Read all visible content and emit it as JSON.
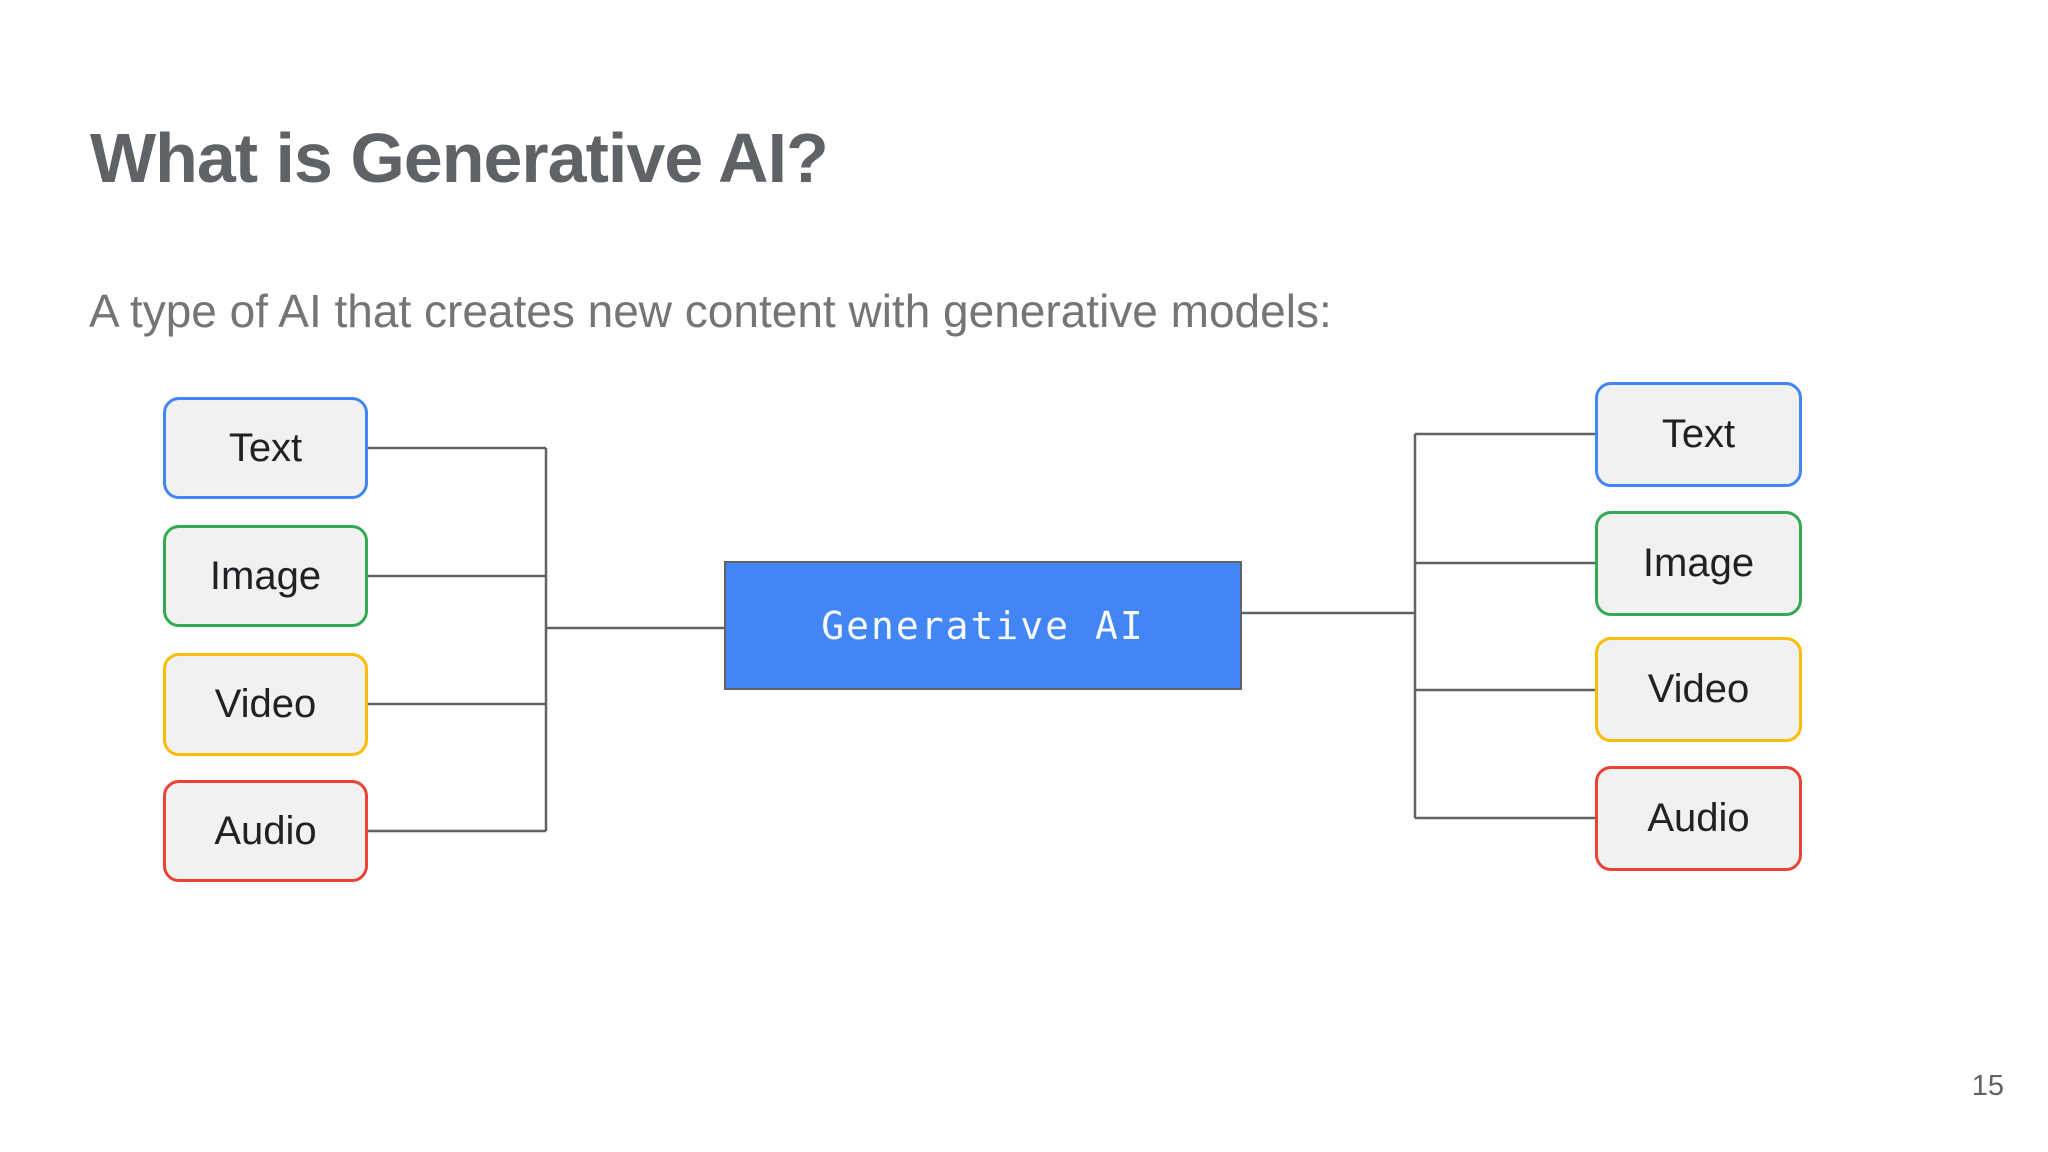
{
  "slide": {
    "title": "What is Generative AI?",
    "subtitle": "A type of AI that creates new content with generative models:",
    "page_number": "15",
    "background_color": "#ffffff",
    "title_color": "#5f6368",
    "subtitle_color": "#757575"
  },
  "diagram": {
    "connector_color": "#5f6368",
    "node_fill": "#f1f1f1",
    "node_text_color": "#202124",
    "center_node": {
      "label": "Generative AI",
      "fill": "#4285f4",
      "border_color": "#5f6368",
      "text_color": "#f8f9fa"
    },
    "input_nodes": [
      {
        "label": "Text",
        "border_color": "#4285f4"
      },
      {
        "label": "Image",
        "border_color": "#34a853"
      },
      {
        "label": "Video",
        "border_color": "#fbbc04"
      },
      {
        "label": "Audio",
        "border_color": "#ea4335"
      }
    ],
    "output_nodes": [
      {
        "label": "Text",
        "border_color": "#4285f4"
      },
      {
        "label": "Image",
        "border_color": "#34a853"
      },
      {
        "label": "Video",
        "border_color": "#fbbc04"
      },
      {
        "label": "Audio",
        "border_color": "#ea4335"
      }
    ]
  }
}
